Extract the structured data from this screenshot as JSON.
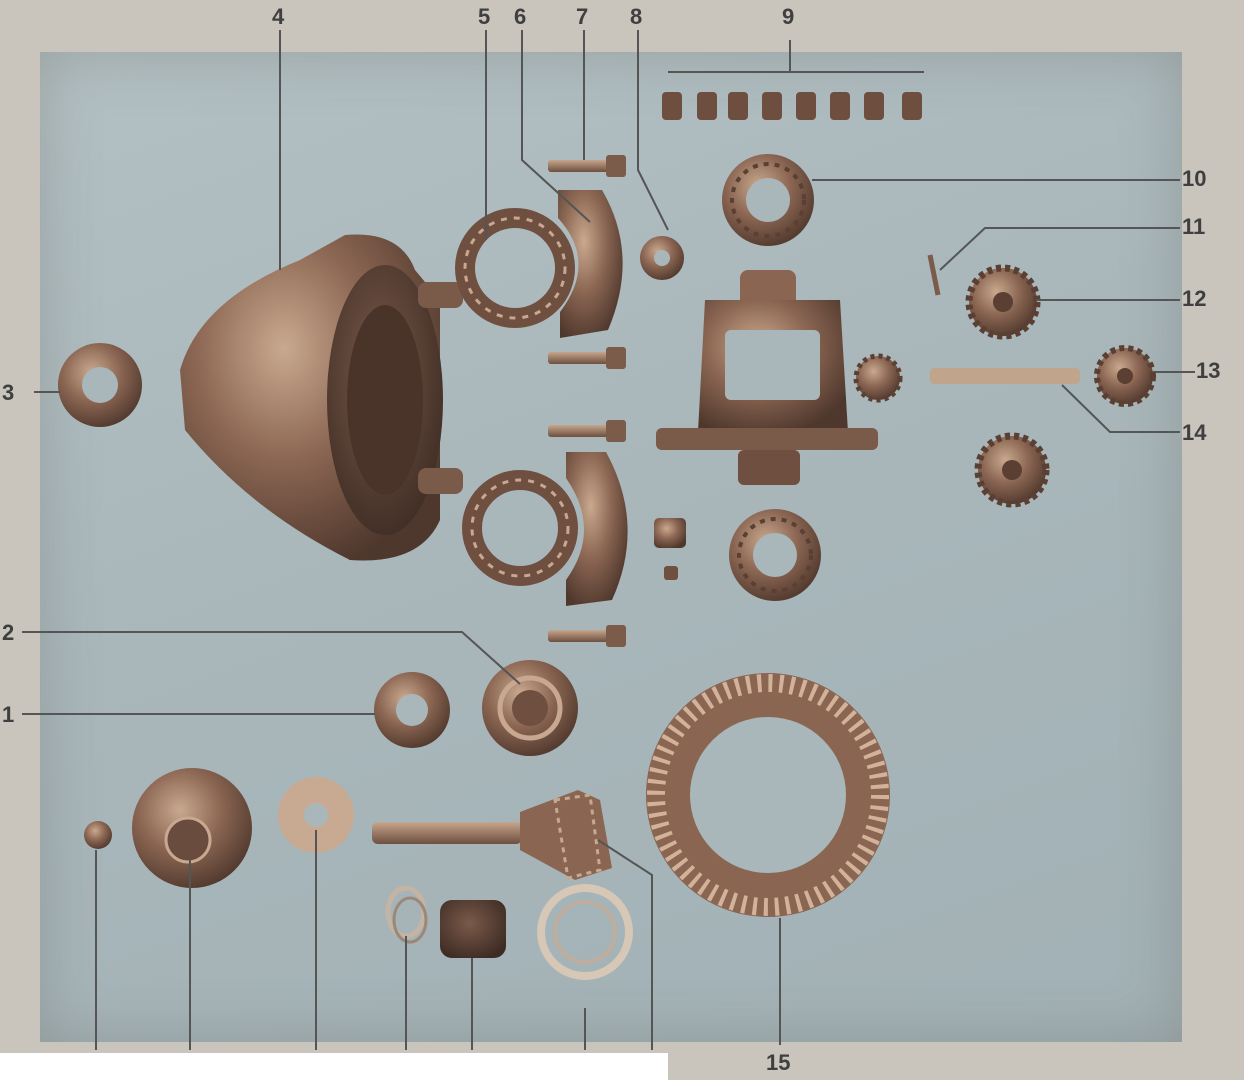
{
  "figure": {
    "callouts": [
      {
        "id": "1",
        "label": "1"
      },
      {
        "id": "2",
        "label": "2"
      },
      {
        "id": "3",
        "label": "3"
      },
      {
        "id": "4",
        "label": "4"
      },
      {
        "id": "5",
        "label": "5"
      },
      {
        "id": "6",
        "label": "6"
      },
      {
        "id": "7",
        "label": "7"
      },
      {
        "id": "8",
        "label": "8"
      },
      {
        "id": "9",
        "label": "9"
      },
      {
        "id": "10",
        "label": "10"
      },
      {
        "id": "11",
        "label": "11"
      },
      {
        "id": "12",
        "label": "12"
      },
      {
        "id": "13",
        "label": "13"
      },
      {
        "id": "14",
        "label": "14"
      },
      {
        "id": "15",
        "label": "15"
      }
    ]
  },
  "colors": {
    "background": "#a9b7bb",
    "part_dark": "#5a3f32",
    "part_mid": "#8a6652",
    "part_light": "#c7a98f",
    "leader": "#555555"
  }
}
